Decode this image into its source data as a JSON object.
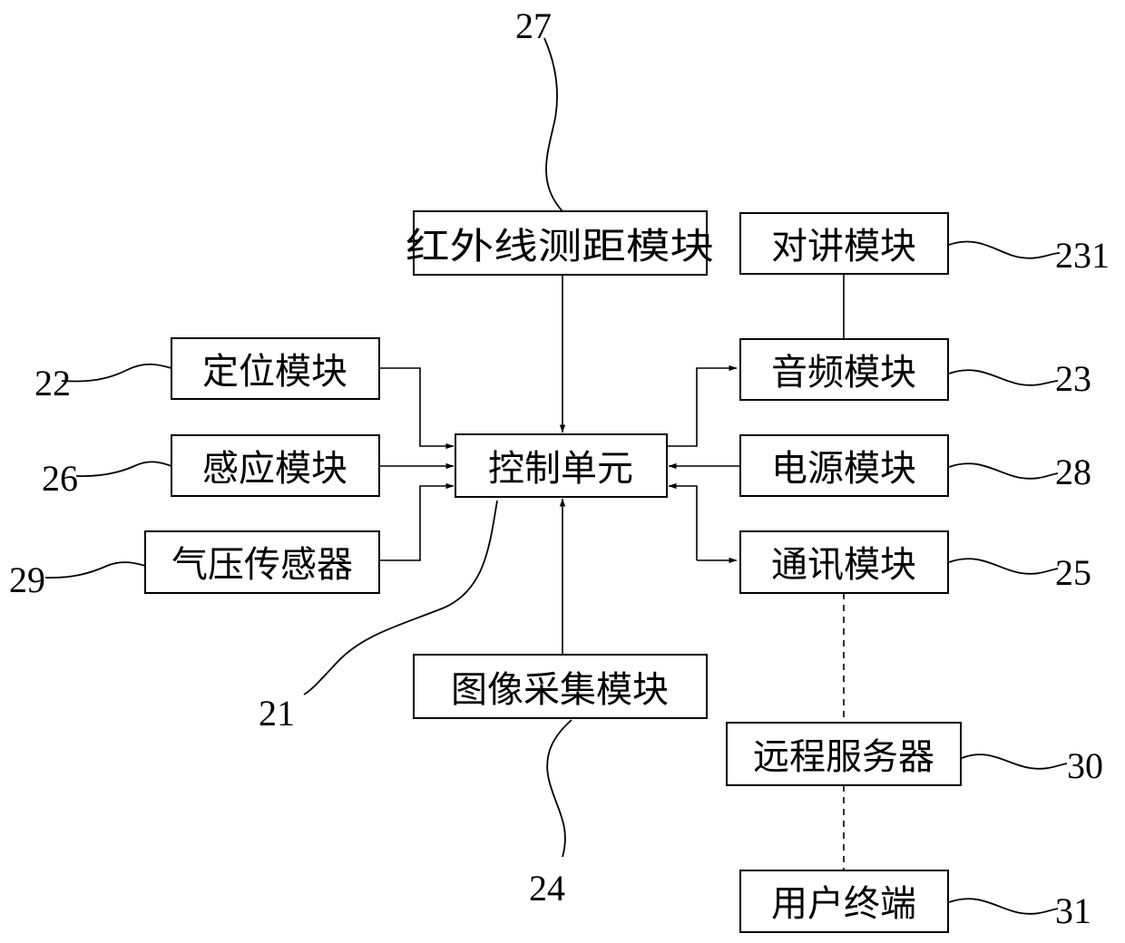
{
  "modules": {
    "control_unit": "控制单元",
    "infrared_ranging": "红外线测距模块",
    "positioning": "定位模块",
    "sensing": "感应模块",
    "air_pressure_sensor": "气压传感器",
    "image_capture": "图像采集模块",
    "intercom": "对讲模块",
    "audio": "音频模块",
    "power": "电源模块",
    "communication": "通讯模块",
    "remote_server": "远程服务器",
    "user_terminal": "用户终端"
  },
  "refs": {
    "control_unit": "21",
    "positioning": "22",
    "audio": "23",
    "intercom": "231",
    "image_capture": "24",
    "communication": "25",
    "sensing": "26",
    "infrared_ranging": "27",
    "power": "28",
    "air_pressure_sensor": "29",
    "remote_server": "30",
    "user_terminal": "31"
  }
}
